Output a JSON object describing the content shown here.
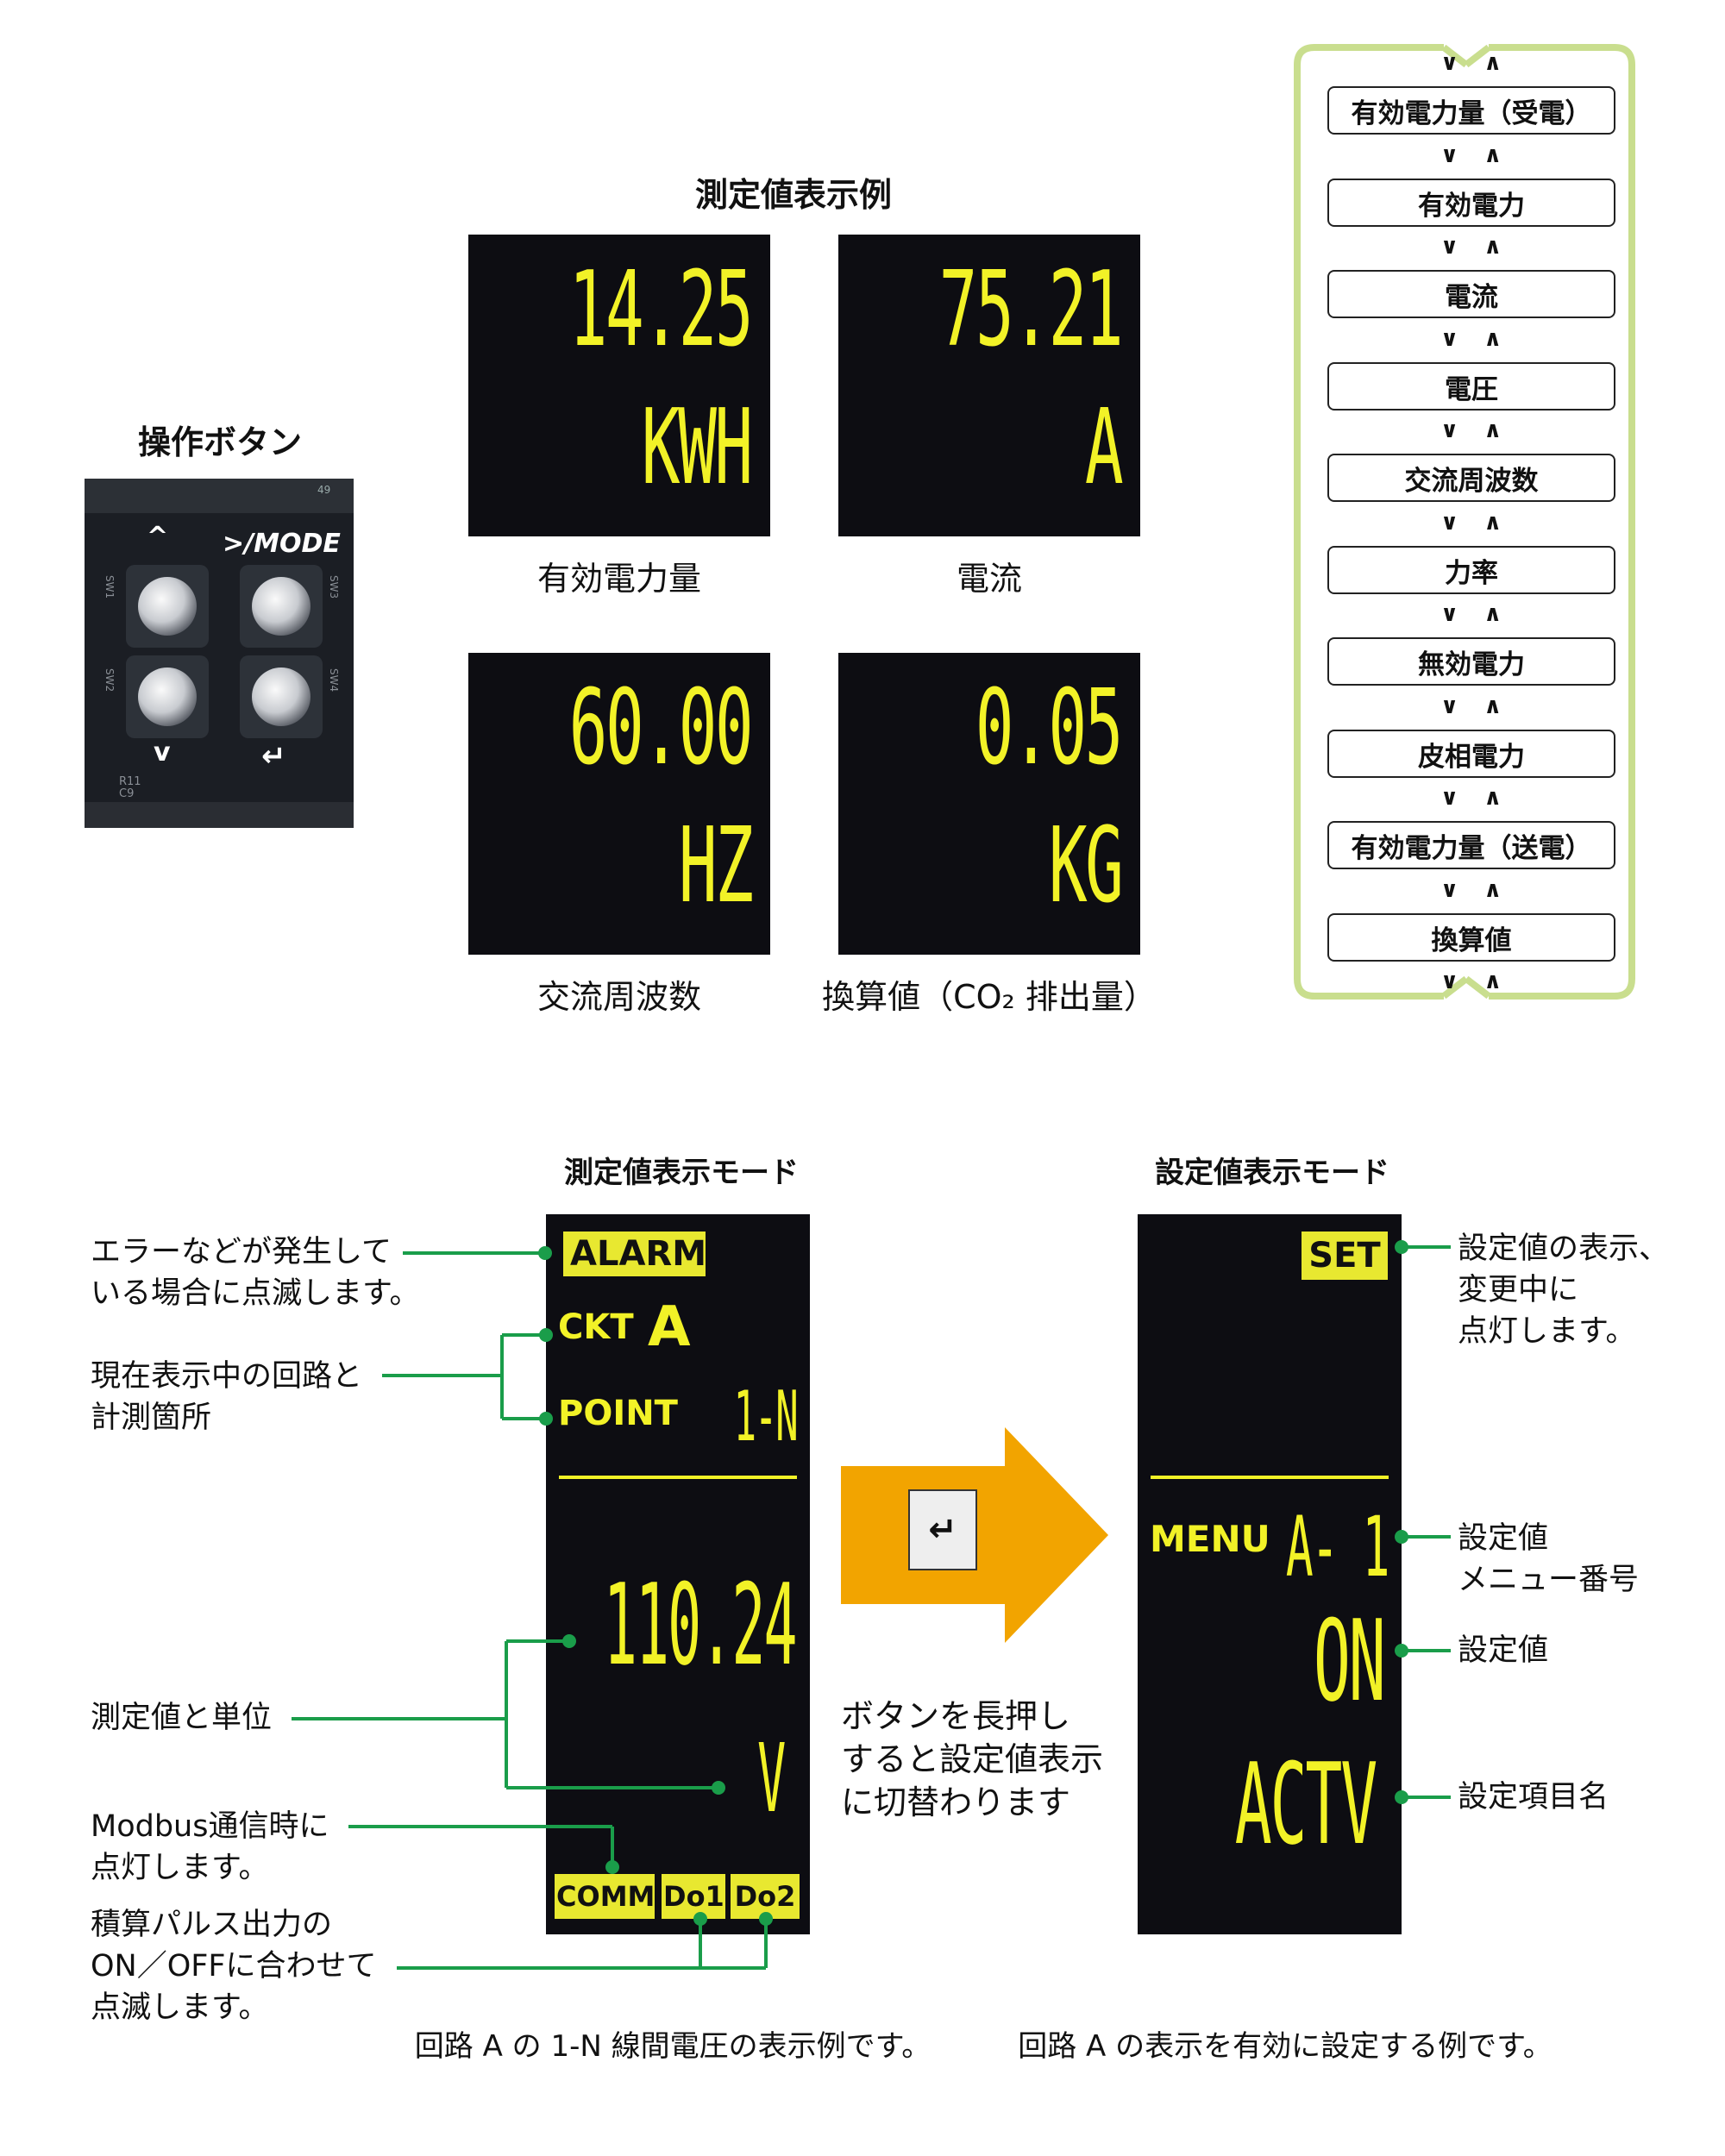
{
  "buttons_panel": {
    "title": "操作ボタン",
    "up_label": "^",
    "mode_label": ">/MODE",
    "down_label": "v",
    "enter_symbol": "↵",
    "pcb_labels": [
      "SW1",
      "SW3",
      "SW2",
      "SW4",
      "R11",
      "C9",
      "49"
    ]
  },
  "examples": {
    "title": "測定値表示例",
    "displays": [
      {
        "value": "14.25",
        "unit": "KWH",
        "caption": "有効電力量"
      },
      {
        "value": "75.21",
        "unit": "A",
        "caption": "電流"
      },
      {
        "value": "60.00",
        "unit": "HZ",
        "caption": "交流周波数"
      },
      {
        "value": "0.05",
        "unit": "KG",
        "caption": "換算値（CO₂ 排出量）"
      }
    ]
  },
  "flow": {
    "items": [
      "有効電力量（受電）",
      "有効電力",
      "電流",
      "電圧",
      "交流周波数",
      "力率",
      "無効電力",
      "皮相電力",
      "有効電力量（送電）",
      "換算値"
    ],
    "chevrons": "∨ ∧"
  },
  "measure_mode": {
    "title": "測定値表示モード",
    "alarm": "ALARM",
    "ckt_label": "CKT",
    "ckt_value": "A",
    "point_label": "POINT",
    "point_value": "1-N",
    "value": "110.24",
    "unit": "V",
    "comm": "COMM",
    "do1": "Do1",
    "do2": "Do2",
    "caption": "回路 A の 1-N 線間電圧の表示例です。"
  },
  "setting_mode": {
    "title": "設定値表示モード",
    "set": "SET",
    "menu_label": "MENU",
    "menu_value": "A- 1",
    "value": "ON",
    "item_name": "ACTV",
    "caption": "回路 A の表示を有効に設定する例です。"
  },
  "transition": {
    "key_symbol": "↵",
    "text": "ボタンを長押し\nすると設定値表示\nに切替わります"
  },
  "left_annotations": {
    "alarm": "エラーなどが発生して\nいる場合に点滅します。",
    "circuit": "現在表示中の回路と\n計測箇所",
    "value_unit": "測定値と単位",
    "comm": "Modbus通信時に\n点灯します。",
    "pulse": "積算パルス出力の\nON／OFFに合わせて\n点滅します。"
  },
  "right_annotations": {
    "set": "設定値の表示、\n変更中に\n点灯します。",
    "menu": "設定値\nメニュー番号",
    "value": "設定値",
    "item": "設定項目名"
  },
  "colors": {
    "lcd_background": "#0d0d12",
    "segment": "#f2f227",
    "flow_border": "#c9de8e",
    "callout_line": "#1a9d4a",
    "arrow": "#f2a400"
  }
}
